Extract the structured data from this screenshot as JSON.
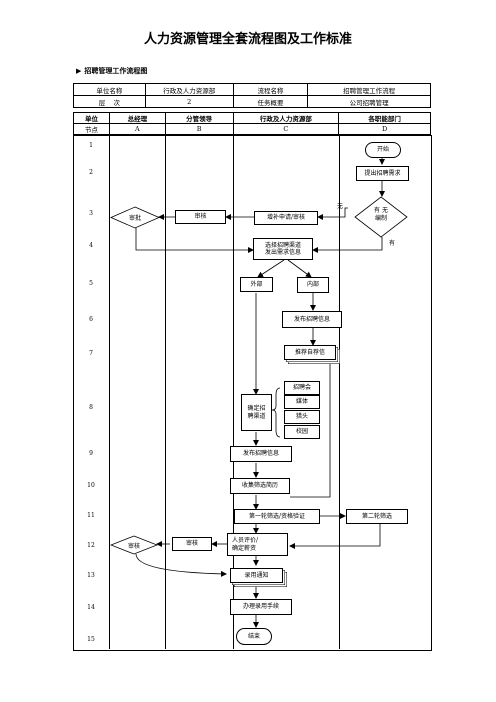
{
  "title": "人力资源管理全套流程图及工作标准",
  "section_heading": "招聘管理工作流程图",
  "info_table": {
    "unit_name_label": "单位名称",
    "unit_name_value": "行政及人力资源部",
    "process_name_label": "流程名称",
    "process_name_value": "招聘管理工作流程",
    "level_label": "层    次",
    "level_value": "2",
    "task_overview_label": "任务概要",
    "task_overview_value": "公司招聘管理"
  },
  "lanes": {
    "unit_label": "单位",
    "node_label": "节点",
    "columns": [
      {
        "name": "总经理",
        "code": "A"
      },
      {
        "name": "分管领导",
        "code": "B"
      },
      {
        "name": "行政及人力资源部",
        "code": "C"
      },
      {
        "name": "各职能部门",
        "code": "D"
      }
    ]
  },
  "rows": [
    "1",
    "2",
    "3",
    "4",
    "5",
    "6",
    "7",
    "8",
    "9",
    "10",
    "11",
    "12",
    "13",
    "14",
    "15"
  ],
  "nodes": {
    "start": "开始",
    "raise_demand": "提出招聘需求",
    "has_quota": "有 无\n编制",
    "quota_no": "无",
    "quota_yes": "有",
    "supplement_review": "增补申请/审核",
    "leader_review_3": "审核",
    "gm_approve_3": "审批",
    "choose_channel": "选择招聘渠道\n发出需求信息",
    "external": "外部",
    "internal": "内部",
    "publish_internal": "发布招聘信息",
    "recommend": "推荐自荐信",
    "determine_channel": "确定招\n聘渠道",
    "channels": [
      "招聘会",
      "媒体",
      "猎头",
      "校园"
    ],
    "publish_external": "发布招聘信息",
    "collect_resume": "收集筛选简历",
    "first_round": "第一轮筛选/资格验证",
    "second_round": "第二轮筛选",
    "evaluate": "人员评价/\n确定薪资",
    "leader_review_12": "审核",
    "gm_approve_12": "审核",
    "hire_notice": "录用通知",
    "onboarding": "办理录用手续",
    "end": "结束"
  }
}
